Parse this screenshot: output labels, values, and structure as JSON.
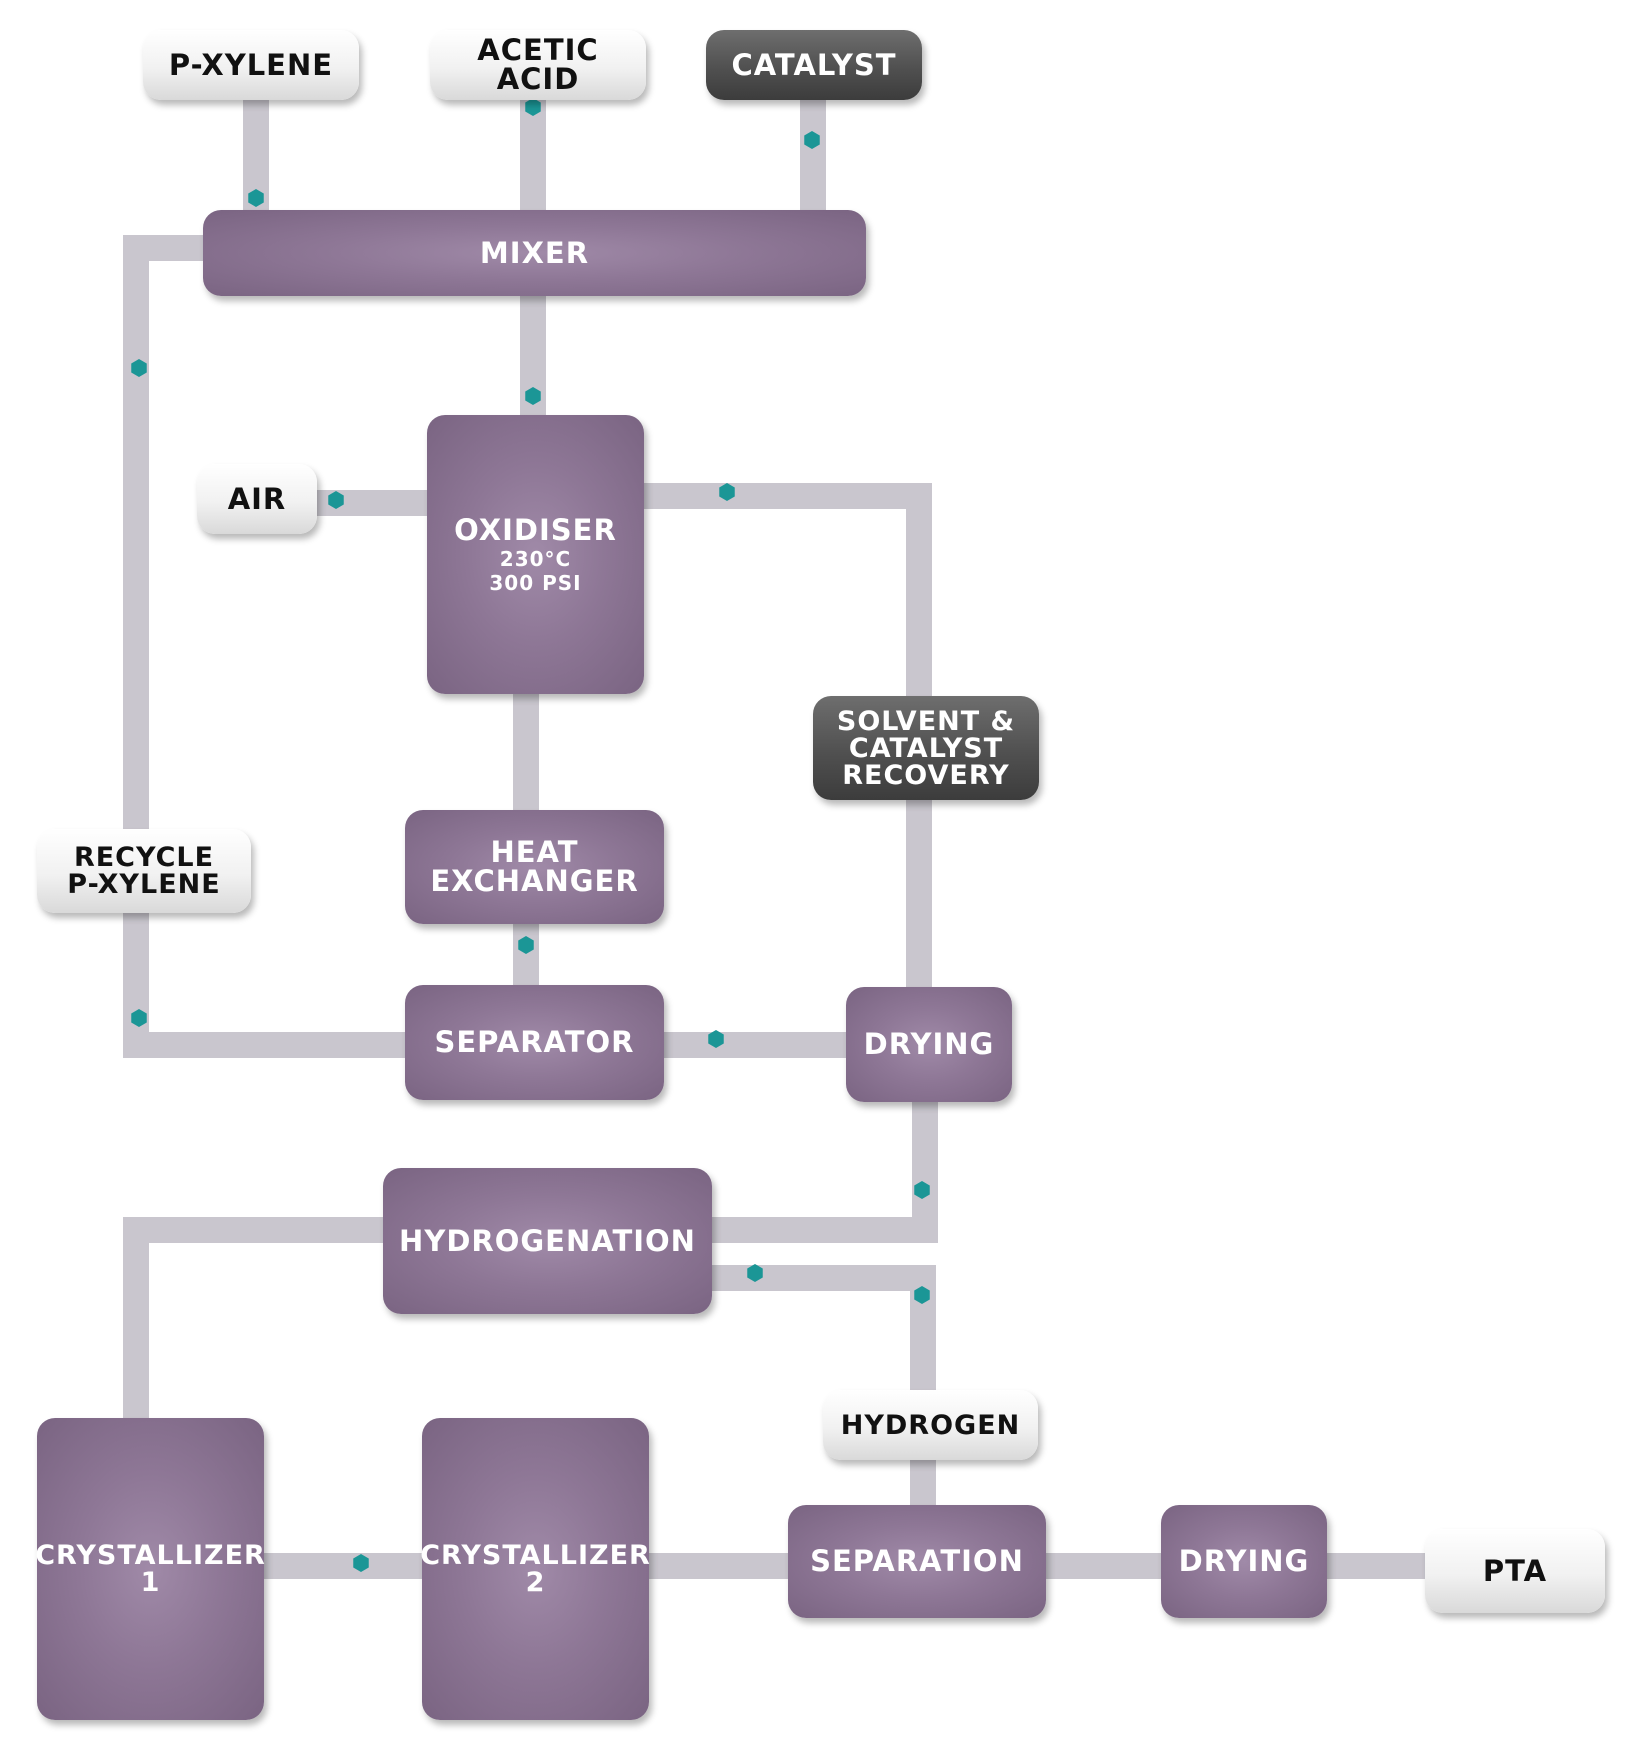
{
  "nodes": {
    "p_xylene": [
      "P-XYLENE"
    ],
    "acetic_acid": [
      "ACETIC",
      "ACID"
    ],
    "catalyst": [
      "CATALYST"
    ],
    "mixer": [
      "MIXER"
    ],
    "air": [
      "AIR"
    ],
    "oxidiser": [
      "OXIDISER"
    ],
    "oxidiser_temp": "230°C",
    "oxidiser_pressure": "300 PSI",
    "solvent_recovery": [
      "SOLVENT &",
      "CATALYST",
      "RECOVERY"
    ],
    "recycle_p_xylene": [
      "RECYCLE",
      "P-XYLENE"
    ],
    "heat_exchanger": [
      "HEAT",
      "EXCHANGER"
    ],
    "separator": [
      "SEPARATOR"
    ],
    "drying_1": [
      "DRYING"
    ],
    "hydrogenation": [
      "HYDROGENATION"
    ],
    "hydrogen": [
      "HYDROGEN"
    ],
    "crystallizer_1": [
      "CRYSTALLIZER",
      "1"
    ],
    "crystallizer_2": [
      "CRYSTALLIZER",
      "2"
    ],
    "separation": [
      "SEPARATION"
    ],
    "drying_2": [
      "DRYING"
    ],
    "pta": [
      "PTA"
    ]
  },
  "colors": {
    "process": "#8e7796",
    "input": "#f1f1f1",
    "dark": "#505050",
    "pipe": "#c9c6ce",
    "valve": "#1b9696"
  }
}
